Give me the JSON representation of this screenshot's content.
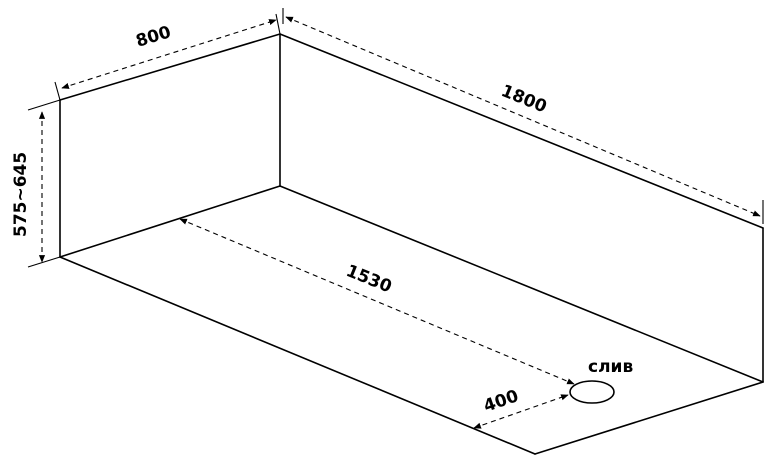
{
  "dimensions": {
    "width": "800",
    "length": "1800",
    "height": "575~645",
    "inner_length": "1530",
    "drain_offset": "400"
  },
  "drain_label": "слив"
}
